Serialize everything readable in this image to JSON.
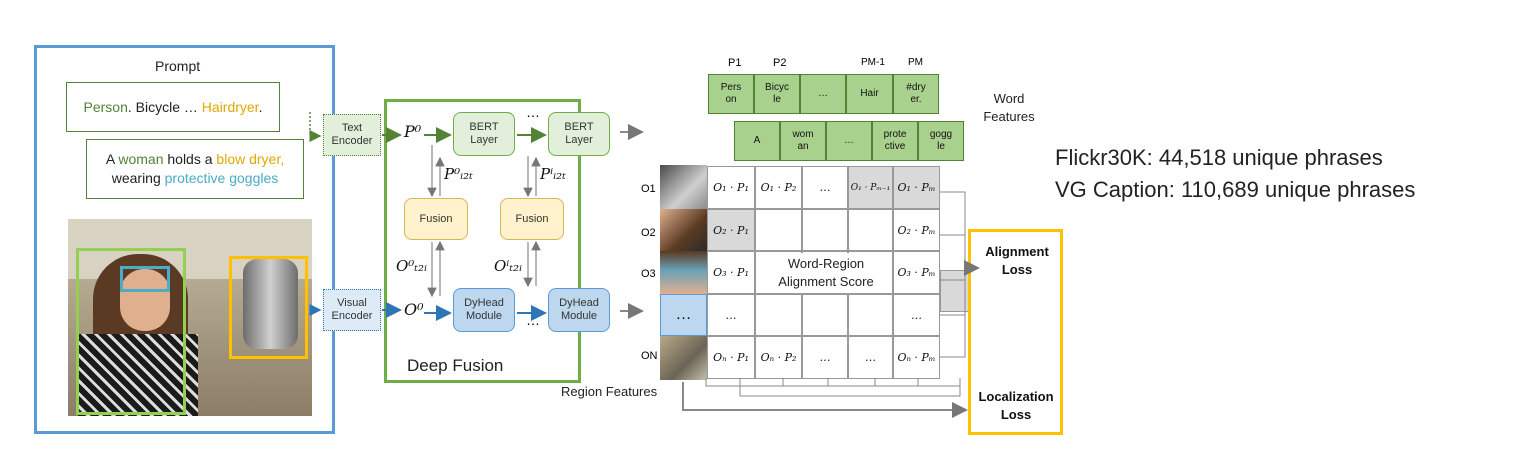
{
  "prompt": {
    "title": "Prompt",
    "caption1": [
      {
        "text": "Person",
        "color": "#548235"
      },
      {
        "text": ". Bicycle … ",
        "color": "#222222"
      },
      {
        "text": "Hairdryer",
        "color": "#e0a800"
      },
      {
        "text": ".",
        "color": "#222222"
      }
    ],
    "caption2_line1": [
      {
        "text": "A ",
        "color": "#222222"
      },
      {
        "text": "woman",
        "color": "#548235"
      },
      {
        "text": " holds a ",
        "color": "#222222"
      },
      {
        "text": "blow dryer,",
        "color": "#e0a800"
      }
    ],
    "caption2_line2": [
      {
        "text": "wearing ",
        "color": "#222222"
      },
      {
        "text": "protective goggles",
        "color": "#4aacc6"
      }
    ]
  },
  "encoders": {
    "text": [
      "Text",
      "Encoder"
    ],
    "visual": [
      "Visual",
      "Encoder"
    ]
  },
  "fusion": {
    "bert1": [
      "BERT",
      "Layer"
    ],
    "bert2": [
      "BERT",
      "Layer"
    ],
    "fusion1": "Fusion",
    "fusion2": "Fusion",
    "dyhead1": [
      "DyHead",
      "Module"
    ],
    "dyhead2": [
      "DyHead",
      "Module"
    ],
    "P0": "P⁰",
    "O0": "O⁰",
    "Pi2t0": "P⁰ᵢ₂ₜ",
    "Pi2ti": "Pⁱᵢ₂ₜ",
    "Ot2i0": "O⁰ₜ₂ᵢ",
    "Ot2ii": "Oⁱₜ₂ᵢ",
    "ellipsis": "…",
    "deep_fusion_label": "Deep Fusion"
  },
  "word_features": {
    "headers": [
      "P1",
      "P2",
      "PM-1",
      "PM"
    ],
    "row1": [
      [
        "Pers",
        "on"
      ],
      [
        "Bicyc",
        "le"
      ],
      [
        "…"
      ],
      [
        "Hair"
      ],
      [
        "#dry",
        "er."
      ]
    ],
    "row2": [
      [
        "A"
      ],
      [
        "wom",
        "an"
      ],
      [
        "…"
      ],
      [
        "prote",
        "ctive"
      ],
      [
        "gogg",
        "le"
      ]
    ],
    "label": [
      "Word",
      "Features"
    ]
  },
  "region": {
    "row_labels": [
      "O1",
      "O2",
      "O3",
      "",
      "ON"
    ],
    "ellipsis": "…",
    "label": "Region Features"
  },
  "matrix": {
    "rows": [
      [
        "O₁ · P₁",
        "O₁ · P₂",
        "…",
        "O₁ · Pₘ₋₁",
        "O₁ · Pₘ"
      ],
      [
        "O₂ · P₁",
        "",
        "",
        "",
        "O₂ · Pₘ"
      ],
      [
        "O₃ · P₁",
        "",
        "",
        "",
        "O₃ · Pₘ"
      ],
      [
        "…",
        "",
        "",
        "",
        "…"
      ],
      [
        "Oₙ · P₁",
        "Oₙ · P₂",
        "…",
        "…",
        "Oₙ · Pₘ"
      ]
    ],
    "center_label": [
      "Word-Region",
      "Alignment Score"
    ]
  },
  "losses": {
    "alignment": [
      "Alignment",
      "Loss"
    ],
    "localization": [
      "Localization",
      "Loss"
    ]
  },
  "stats": [
    "Flickr30K: 44,518 unique phrases",
    "VG Caption: 110,689 unique phrases"
  ],
  "colors": {
    "blue_frame": "#5b9bd5",
    "green_frame": "#70ad47",
    "yellow_frame": "#ffc000",
    "light_green": "#e2efda",
    "light_yellow": "#fff2cc",
    "light_blue": "#ddebf7",
    "token_green": "#a9d18e"
  }
}
